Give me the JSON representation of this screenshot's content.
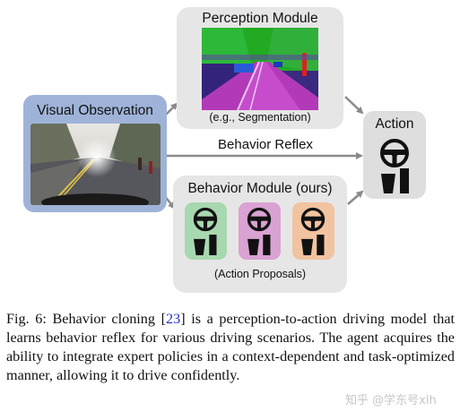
{
  "perception": {
    "title": "Perception Module",
    "subtitle": "(e.g., Segmentation)"
  },
  "visual": {
    "title": "Visual Observation"
  },
  "reflex": {
    "label": "Behavior Reflex"
  },
  "action": {
    "title": "Action"
  },
  "behavior": {
    "title": "Behavior Module (ours)",
    "subtitle": "(Action Proposals)"
  },
  "proposal_colors": [
    "#a8d8b0",
    "#d9a2d2",
    "#f2c3a0"
  ],
  "caption": {
    "prefix": "Fig. 6: Behavior cloning [",
    "ref": "23",
    "body": "] is a perception-to-action driving model that learns behavior reflex for various driving scenarios. The agent acquires the ability to integrate expert policies in a context-dependent and task-optimized manner, allowing it to drive confidently."
  },
  "watermark": "知乎 @学东号xlh"
}
